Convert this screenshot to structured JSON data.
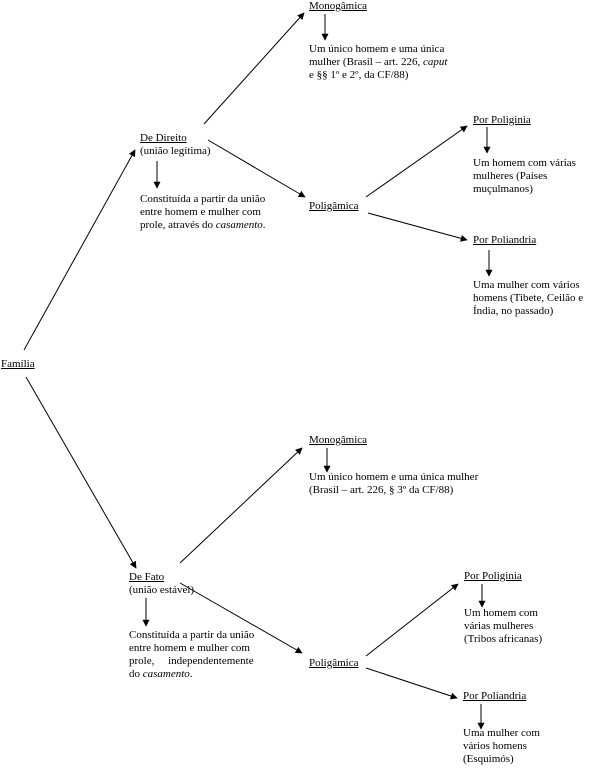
{
  "root": {
    "label": "Família"
  },
  "direito": {
    "label": "De Direito",
    "sub": "(união legítima)",
    "desc": {
      "l1": "Constituída a partir da união",
      "l2": "entre homem e mulher com",
      "l3a": "prole, através do ",
      "l3i": "casamento",
      "l3b": "."
    },
    "mono": {
      "label": "Monogâmica",
      "desc": {
        "l1": "Um único homem e uma única",
        "l2a": "mulher (Brasil – art. 226, ",
        "l2i": "caput",
        "l3": "e §§ 1º e 2º, da CF/88)"
      }
    },
    "poli": {
      "label": "Poligâmica",
      "poliginia": {
        "label": "Por Poliginia",
        "desc": {
          "l1": "Um homem com várias",
          "l2": "mulheres (Países",
          "l3": "muçulmanos)"
        }
      },
      "poliandria": {
        "label": "Por Poliandria",
        "desc": {
          "l1": "Uma  mulher com vários",
          "l2": "homens (Tibete, Ceilão e",
          "l3": "Índia, no passado)"
        }
      }
    }
  },
  "fato": {
    "label": "De Fato",
    "sub": "(união estável)",
    "desc": {
      "l1": "Constituída a partir da união",
      "l2": "entre homem e mulher com",
      "l3": "prole,     independentemente",
      "l4a": "do ",
      "l4i": "casamento",
      "l4b": "."
    },
    "mono": {
      "label": "Monogâmica",
      "desc": {
        "l1": "Um único homem e uma única mulher",
        "l2": "(Brasil – art. 226, § 3º da CF/88)"
      }
    },
    "poli": {
      "label": "Poligâmica",
      "poliginia": {
        "label": "Por Poliginia",
        "desc": {
          "l1": "Um homem com",
          "l2": "várias mulheres",
          "l3": "(Tribos africanas)"
        }
      },
      "poliandria": {
        "label": "Por Poliandria",
        "desc": {
          "l1": "Uma mulher com",
          "l2": "vários homens",
          "l3": "(Esquimós)"
        }
      }
    }
  }
}
